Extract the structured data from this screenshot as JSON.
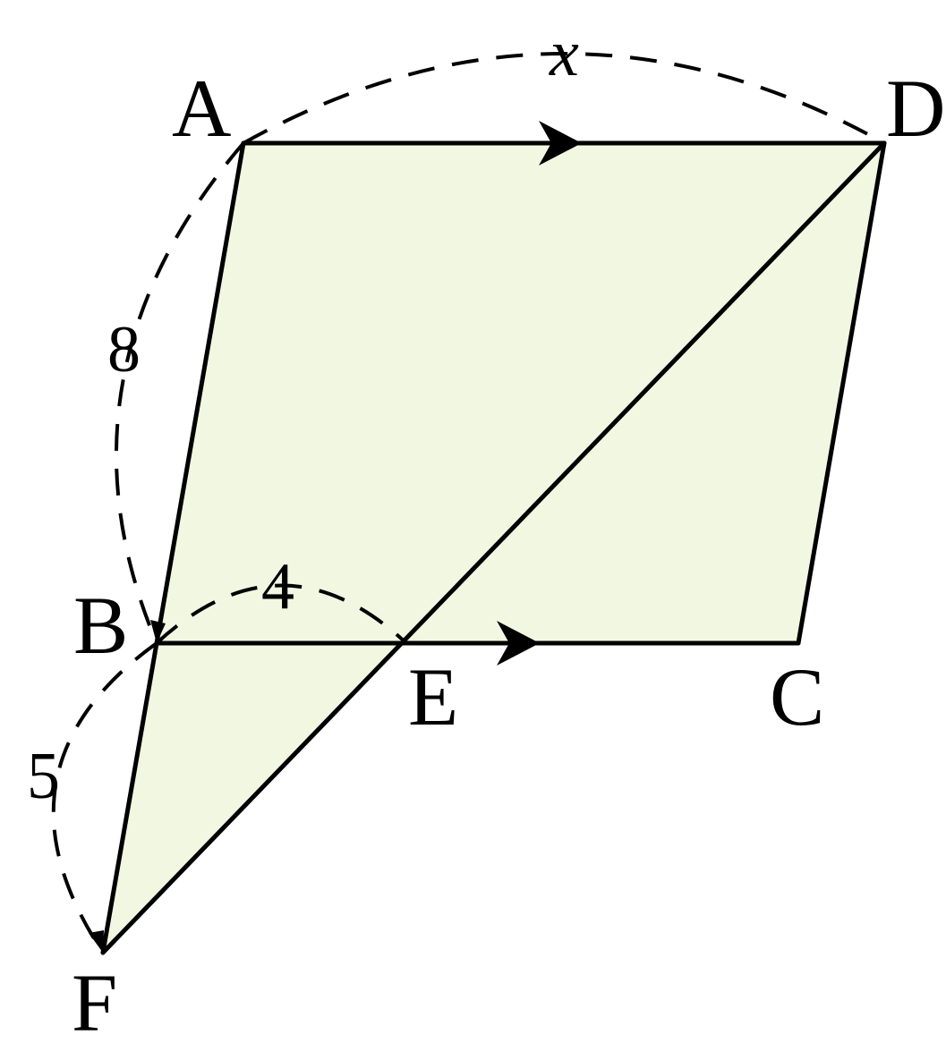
{
  "colors": {
    "fill": "#f2f7e2",
    "stroke": "#000000"
  },
  "vertices": {
    "A": "A",
    "B": "B",
    "C": "C",
    "D": "D",
    "E": "E",
    "F": "F"
  },
  "measures": {
    "AD": "x",
    "AB": "8",
    "BE": "4",
    "BF": "5"
  },
  "parallel_marks": [
    "AD",
    "BC"
  ]
}
